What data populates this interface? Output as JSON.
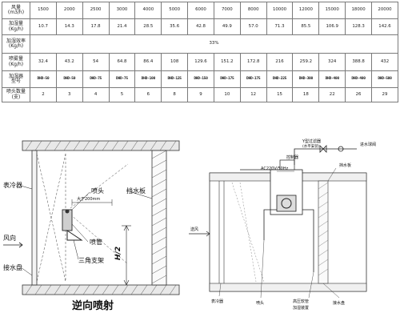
{
  "table": {
    "rows": [
      {
        "header": [
          "风量",
          "(m3/h)"
        ],
        "cells": [
          "1500",
          "2000",
          "2500",
          "3000",
          "4000",
          "5000",
          "6000",
          "7000",
          "8000",
          "10000",
          "12000",
          "15000",
          "18000",
          "20000"
        ]
      },
      {
        "header": [
          "加湿量",
          "(Kg/h)"
        ],
        "cells": [
          "10.7",
          "14.3",
          "17.8",
          "21.4",
          "28.5",
          "35.6",
          "42.8",
          "49.9",
          "57.0",
          "71.3",
          "85.5",
          "106.9",
          "128.3",
          "142.6"
        ]
      },
      {
        "header": [
          "加湿效率",
          "(Kg/h)"
        ],
        "span_value": "33%"
      },
      {
        "header": [
          "喷雾量",
          "(Kg/h)"
        ],
        "cells": [
          "32.4",
          "43.2",
          "54",
          "64.8",
          "86.4",
          "108",
          "129.6",
          "151.2",
          "172.8",
          "216",
          "259.2",
          "324",
          "388.8",
          "432"
        ]
      },
      {
        "header": [
          "加湿器",
          "型号"
        ],
        "cells": [
          "DHD-50",
          "DHD-50",
          "DHD-75",
          "DHD-75",
          "DHD-100",
          "DHD-125",
          "DHD-150",
          "DHD-175",
          "DHD-175",
          "DHD-225",
          "DHD-300",
          "DHD-400",
          "DHD-400",
          "DHD-500"
        ]
      },
      {
        "header": [
          "喷头数量",
          "(支)"
        ],
        "cells": [
          "2",
          "3",
          "4",
          "5",
          "6",
          "8",
          "9",
          "10",
          "12",
          "15",
          "18",
          "22",
          "26",
          "29"
        ]
      }
    ]
  },
  "left_diagram": {
    "labels": {
      "cooler": "表冷器",
      "nozzle": "喷头",
      "baffle": "挡水板",
      "dim": "大于200mm",
      "wind": "风向",
      "pipe": "喷管",
      "tray": "接水盘",
      "bracket": "三角支架",
      "height": "H/2"
    },
    "caption": "逆向喷射"
  },
  "right_diagram": {
    "labels": {
      "filter": "Y型过滤器",
      "filter_note": "(水平安装)",
      "supply": "进水球阀",
      "baffle": "挡水板",
      "power": "AC220V/50Hz",
      "controller": "控制器",
      "wind": "送风",
      "cooler": "表冷器",
      "nozzle": "喷头",
      "hose": "高压软管",
      "pump": "加湿装置",
      "tray": "接水盘"
    }
  }
}
